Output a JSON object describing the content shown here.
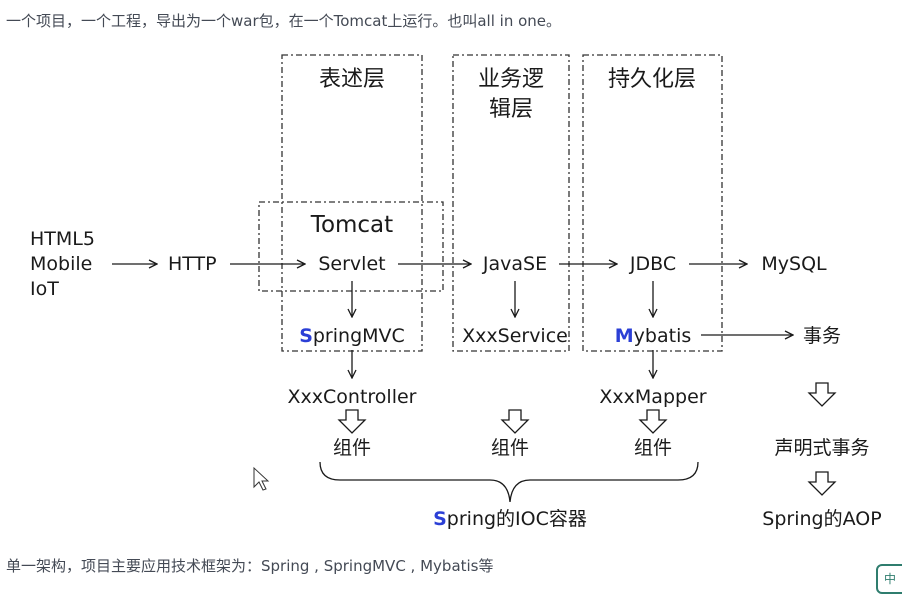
{
  "header_text": "一个项目，一个工程，导出为一个war包，在一个Tomcat上运行。也叫all in one。",
  "footer_text": "单一架构，项目主要应用技术框架为：Spring , SpringMVC , Mybatis等",
  "colors": {
    "accent": "#2b3fd6",
    "text": "#1a1a1a",
    "caption": "#444a55"
  },
  "layers": {
    "presentation": "表述层",
    "business_line1": "业务逻",
    "business_line2": "辑层",
    "persistence": "持久化层"
  },
  "client": {
    "line1": "HTML5",
    "line2": "Mobile",
    "line3": "IoT"
  },
  "nodes": {
    "http": "HTTP",
    "tomcat": "Tomcat",
    "servlet": "Servlet",
    "javase": "JavaSE",
    "jdbc": "JDBC",
    "mysql": "MySQL",
    "springmvc_initial": "S",
    "springmvc_rest": "pringMVC",
    "xxxservice": "XxxService",
    "mybatis_initial": "M",
    "mybatis_rest": "ybatis",
    "transaction": "事务",
    "xxxcontroller": "XxxController",
    "xxxmapper": "XxxMapper",
    "component_1": "组件",
    "component_2": "组件",
    "component_3": "组件",
    "declarative_tx": "声明式事务",
    "spring_ioc_initial": "S",
    "spring_ioc_rest": "pring的IOC容器",
    "spring_aop": "Spring的AOP"
  },
  "badge": "中"
}
